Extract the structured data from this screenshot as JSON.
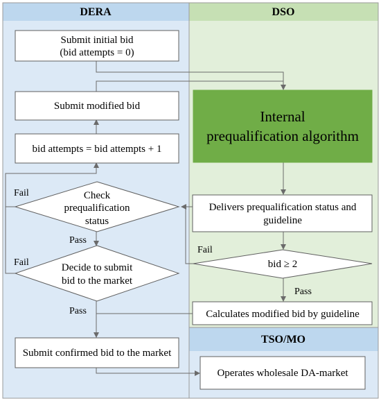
{
  "colors": {
    "dera_lane": "#dce9f6",
    "dso_lane": "#e2efda",
    "tso_lane": "#dce9f6",
    "header_band": "#bdd7ee",
    "dso_header_band": "#c6e0b4",
    "algorithm_box": "#70ad47",
    "line": "#6b6b6b"
  },
  "lanes": {
    "dera": "DERA",
    "dso": "DSO",
    "tso": "TSO/MO"
  },
  "nodes": {
    "submit_initial": [
      "Submit initial bid",
      "(bid attempts = 0)"
    ],
    "submit_modified": "Submit modified bid",
    "bid_attempts": "bid attempts = bid attempts + 1",
    "check_status": [
      "Check",
      "prequalification",
      "status"
    ],
    "decide_submit": [
      "Decide to submit",
      "bid to the market"
    ],
    "submit_confirmed": "Submit confirmed bid to the market",
    "algorithm": [
      "Internal",
      "prequalification algorithm"
    ],
    "delivers_status": [
      "Delivers prequalification status and",
      "guideline"
    ],
    "bid_check": "bid ≥ 2",
    "calculates_modified": "Calculates modified bid by guideline",
    "operates_market": "Operates wholesale DA-market"
  },
  "edges": {
    "fail_check": "Fail",
    "pass_check": "Pass",
    "fail_decide": "Fail",
    "pass_decide": "Pass",
    "fail_bid": "Fail",
    "pass_bid": "Pass"
  }
}
